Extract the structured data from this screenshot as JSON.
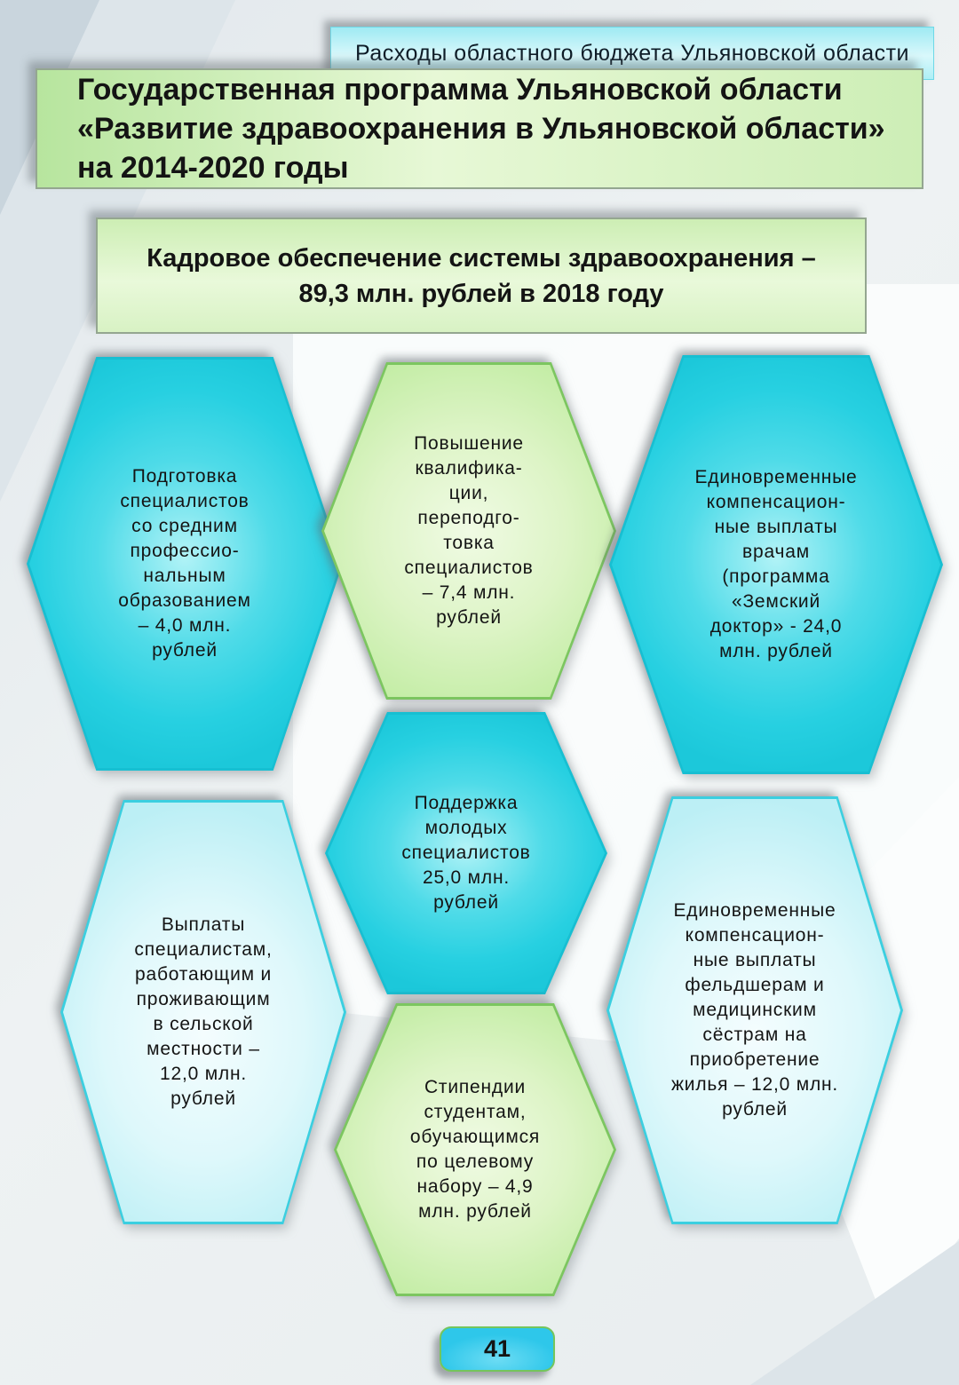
{
  "slide": {
    "banner": {
      "text": "Расходы областного бюджета Ульяновской области"
    },
    "title_box": {
      "text": "Государственная программа Ульяновской области\n«Развитие здравоохранения в Ульяновской области»\nна 2014-2020 годы"
    },
    "subtitle_box": {
      "text": "Кадровое обеспечение системы здравоохранения –\n89,3 млн. рублей в 2018 году",
      "total_mln_rub": 89.3,
      "year": 2018
    },
    "page_number": "41"
  },
  "hexagons": [
    {
      "id": "training-mid-level-specialists",
      "variant": "cyan",
      "text": "Подготовка\nспециалистов\nсо средним\nпрофессио-\nнальным\nобразованием\n– 4,0 млн.\nрублей",
      "amount_mln_rub": 4.0
    },
    {
      "id": "qualification-upgrade",
      "variant": "green",
      "text": "Повышение\nквалифика-\nции,\nпереподго-\nтовка\nспециалистов\n– 7,4 млн.\nрублей",
      "amount_mln_rub": 7.4
    },
    {
      "id": "doctor-compensation-zemsky-doctor",
      "variant": "cyan",
      "text": "Единовременные\nкомпенсацион-\nные выплаты\nврачам\n(программа\n«Земский\nдоктор» - 24,0\nмлн. рублей",
      "amount_mln_rub": 24.0
    },
    {
      "id": "young-specialists-support",
      "variant": "cyan",
      "text": "Поддержка\nмолодых\nспециалистов\n25,0 млн.\nрублей",
      "amount_mln_rub": 25.0
    },
    {
      "id": "rural-specialists-payments",
      "variant": "pale",
      "text": "Выплаты\nспециалистам,\nработающим и\nпроживающим\nв сельской\nместности –\n12,0 млн.\nрублей",
      "amount_mln_rub": 12.0
    },
    {
      "id": "paramedic-nurse-housing-payments",
      "variant": "pale",
      "text": "Единовременные\nкомпенсацион-\nные выплаты\nфельдшерам и\nмедицинским\nсёстрам на\nприобретение\nжилья – 12,0 млн.\nрублей",
      "amount_mln_rub": 12.0
    },
    {
      "id": "student-scholarships",
      "variant": "green",
      "text": "Стипендии\nстудентам,\nобучающимся\nпо целевому\nнабору – 4,9\nмлн. рублей",
      "amount_mln_rub": 4.9
    }
  ],
  "colors": {
    "text-dark": "#141414",
    "text-banner": "#0d1b26",
    "banner-top": "#9feaf3",
    "banner-mid": "#d9f8fb",
    "banner-bottom": "#aeeff6",
    "banner-border": "#6ed9e7",
    "titlebox-left": "#b7e59e",
    "titlebox-center": "#e7f8d6",
    "titlebox-right": "#cdeeb6",
    "subbox-top": "#cdeeb4",
    "subbox-mid": "#e9f9da",
    "subbox-bottom": "#d8f2c4",
    "box-border-green": "#94a690",
    "cyan-border": "#17bfd2",
    "cyan-bright-center": "#b2f3f7",
    "cyan-bright-mid": "#4fdbe8",
    "cyan-bright-edge": "#27d0e1",
    "cyan-bright-deep": "#1cc8da",
    "pale-border": "#3bcfe0",
    "pale-center": "#f4fdfe",
    "pale-mid": "#def8fb",
    "pale-edge": "#bceff5",
    "green-border": "#7cc660",
    "green-center": "#f0fbe4",
    "green-mid": "#ddf4c6",
    "green-edge": "#c4eda6",
    "badge-fill": "#2ec7ea",
    "badge-light": "#6cdcf4",
    "badge-border": "#74c55c",
    "bg-white": "#fbfdfd",
    "bg-tri-dark": "#c9d5dd",
    "bg-tri-light": "#dde5ea",
    "bg-corner": "#dce4e9"
  }
}
